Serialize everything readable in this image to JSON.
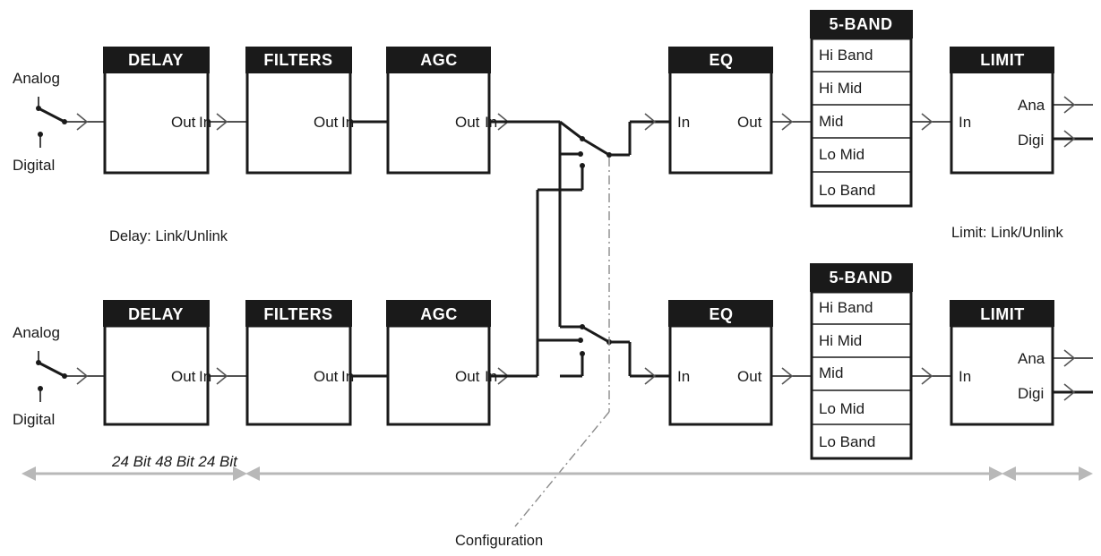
{
  "paths": [
    {
      "delay_title": "DELAY",
      "filters_title": "FILTERS",
      "agc_title": "AGC",
      "eq_title": "EQ",
      "band_title": "5-BAND",
      "limit_title": "LIMIT",
      "source_analog": "Analog",
      "source_digital": "Digital",
      "delay_out": "Out",
      "filters_in": "In",
      "filters_out": "Out",
      "agc_in": "In",
      "agc_out": "Out",
      "eq_in": "In",
      "eq_out": "Out",
      "bands": [
        "Hi Band",
        "Hi Mid",
        "Mid",
        "Lo Mid",
        "Lo Band"
      ],
      "limit_in": "In",
      "out_analog": "Ana",
      "out_digital": "Digi"
    },
    {
      "delay_title": "DELAY",
      "filters_title": "FILTERS",
      "agc_title": "AGC",
      "eq_title": "EQ",
      "band_title": "5-BAND",
      "limit_title": "LIMIT",
      "source_analog": "Analog",
      "source_digital": "Digital",
      "delay_out": "Out",
      "filters_in": "In",
      "filters_out": "Out",
      "agc_in": "In",
      "agc_out": "Out",
      "eq_in": "In",
      "eq_out": "Out",
      "bands": [
        "Hi Band",
        "Hi Mid",
        "Mid",
        "Lo Mid",
        "Lo Band"
      ],
      "limit_in": "In",
      "out_analog": "Ana",
      "out_digital": "Digi"
    }
  ],
  "delay_link": "Delay: Link/Unlink",
  "limit_link": "Limit: Link/Unlink",
  "bit_depth": "24 Bit 48 Bit 24 Bit",
  "configuration": "Configuration"
}
